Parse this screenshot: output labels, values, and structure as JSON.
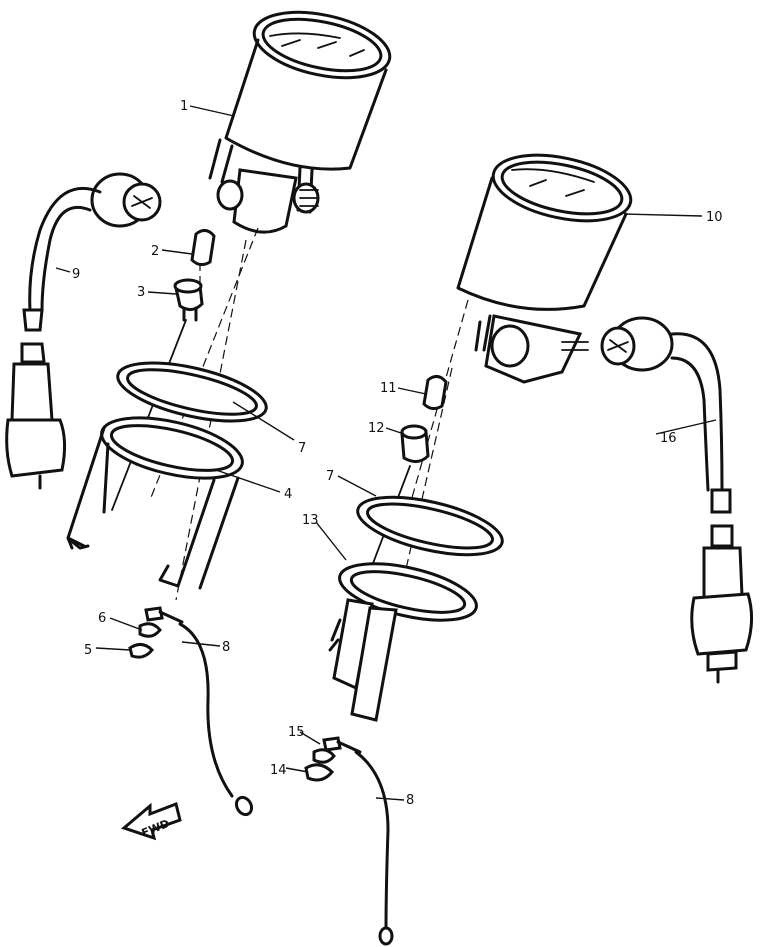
{
  "callouts": {
    "c1": "1",
    "c2": "2",
    "c3": "3",
    "c4": "4",
    "c5": "5",
    "c6": "6",
    "c7a": "7",
    "c7b": "7",
    "c8a": "8",
    "c8b": "8",
    "c9": "9",
    "c10": "10",
    "c11": "11",
    "c12": "12",
    "c13": "13",
    "c14": "14",
    "c15": "15",
    "c16": "16"
  },
  "direction_arrow": {
    "label": "FWD",
    "icon": "forward-arrow-icon"
  }
}
